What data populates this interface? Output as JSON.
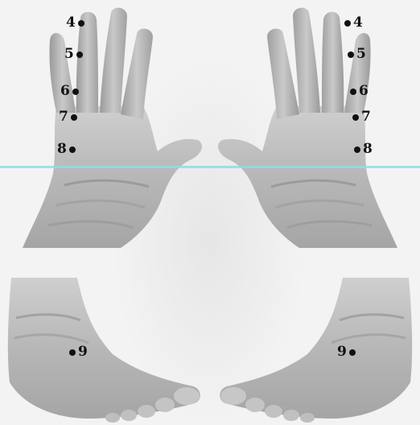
{
  "figure": {
    "point_labels": {
      "left_hand": [
        "4",
        "5",
        "6",
        "7",
        "8"
      ],
      "right_hand": [
        "4",
        "5",
        "6",
        "7",
        "8"
      ],
      "left_foot": "9",
      "right_foot": "9"
    },
    "colors": {
      "skin_light": "#d9d9d9",
      "skin_mid": "#b4b4b4",
      "skin_dark": "#8e8e8e",
      "marker": "#111111",
      "background": "#f3f3f3",
      "scanline": "#6fd0e6"
    }
  }
}
